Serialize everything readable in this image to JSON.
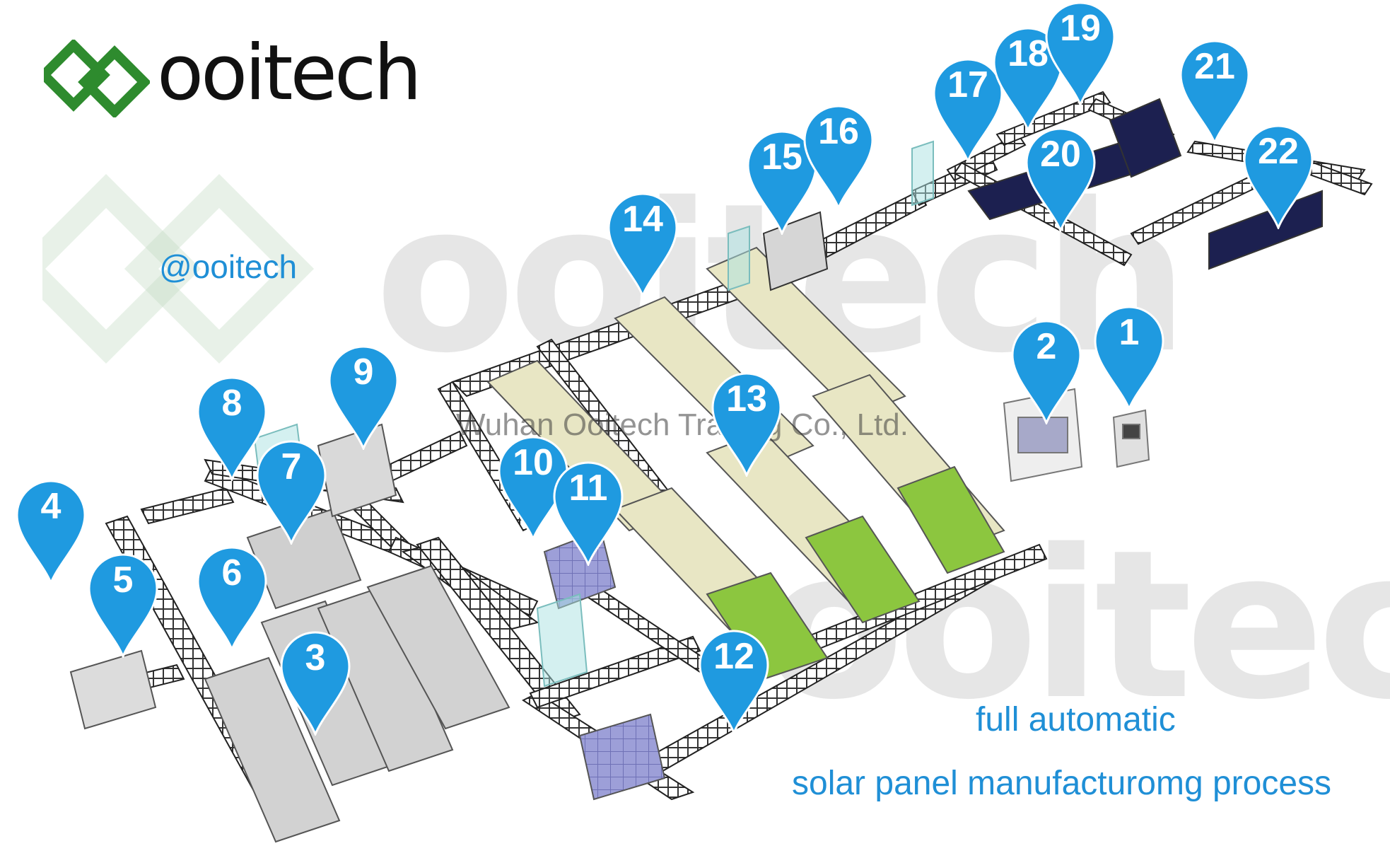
{
  "brand": {
    "name": "ooitech",
    "color": "#2e8b2e"
  },
  "handle": "@ooitech",
  "company": "Wuhan Ooitech Trading Co., Ltd.",
  "caption": {
    "line1": "full automatic",
    "line2": "solar panel manufacturomg process"
  },
  "watermark_text": "ooitech",
  "colors": {
    "pin": "#1f9ae0",
    "caption": "#1f8fd6",
    "oven": "#e8e6c4",
    "green_bed": "#8cc63f",
    "stack": "#9d9fd8",
    "cabinet": "#d0d0d0",
    "conveyor": "#3a3a3a"
  },
  "stations": [
    {
      "label": "1"
    },
    {
      "label": "2"
    },
    {
      "label": "3"
    },
    {
      "label": "4"
    },
    {
      "label": "5"
    },
    {
      "label": "6"
    },
    {
      "label": "7"
    },
    {
      "label": "8"
    },
    {
      "label": "9"
    },
    {
      "label": "10"
    },
    {
      "label": "11"
    },
    {
      "label": "12"
    },
    {
      "label": "13"
    },
    {
      "label": "14"
    },
    {
      "label": "15"
    },
    {
      "label": "16"
    },
    {
      "label": "17"
    },
    {
      "label": "18"
    },
    {
      "label": "19"
    },
    {
      "label": "20"
    },
    {
      "label": "21"
    },
    {
      "label": "22"
    }
  ]
}
